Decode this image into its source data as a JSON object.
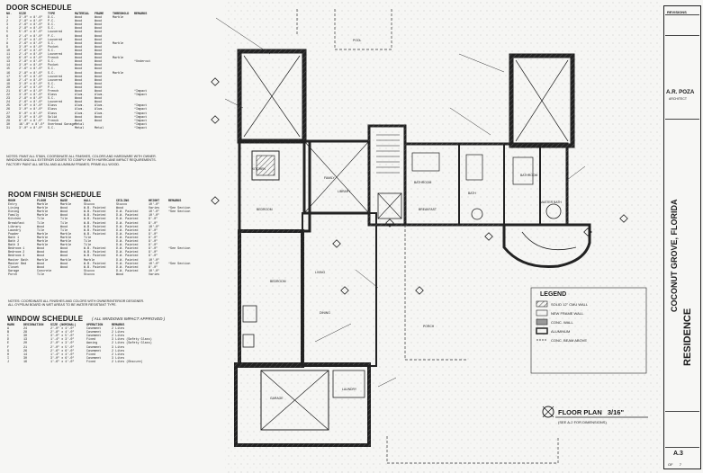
{
  "schedules": {
    "door": {
      "title": "DOOR SCHEDULE",
      "columns": [
        "NO.",
        "SIZE",
        "TYPE",
        "MATERIAL",
        "FRAME",
        "THRESHOLD",
        "REMARKS"
      ],
      "rows": [
        [
          "1",
          "3'-0\" x 8'-0\"",
          "D.C.",
          "Wood",
          "Wood",
          "Marble",
          ""
        ],
        [
          "2",
          "2'-8\" x 8'-0\"",
          "P.C.",
          "Wood",
          "Wood",
          "",
          ""
        ],
        [
          "3",
          "2'-6\" x 8'-0\"",
          "D.C.",
          "Wood",
          "Wood",
          "",
          ""
        ],
        [
          "4",
          "2'-8\" x 8'-0\"",
          "S.C.",
          "Wood",
          "Wood",
          "",
          ""
        ],
        [
          "5",
          "5'-0\" x 8'-0\"",
          "Louvered",
          "Wood",
          "Wood",
          "",
          ""
        ],
        [
          "6",
          "2'-4\" x 8'-0\"",
          "P.C.",
          "Wood",
          "Wood",
          "",
          ""
        ],
        [
          "7",
          "2'-8\" x 8'-0\"",
          "Louvered",
          "Wood",
          "Wood",
          "",
          ""
        ],
        [
          "8",
          "2'-6\" x 8'-0\"",
          "S.C.",
          "Wood",
          "Wood",
          "Marble",
          ""
        ],
        [
          "9",
          "3'-0\" x 8'-0\"",
          "Pocket",
          "Wood",
          "Wood",
          "",
          ""
        ],
        [
          "10",
          "2'-8\" x 8'-0\"",
          "S.C.",
          "Wood",
          "Wood",
          "",
          ""
        ],
        [
          "11",
          "2'-4\" x 8'-0\"",
          "Louvered",
          "Wood",
          "Wood",
          "",
          ""
        ],
        [
          "12",
          "6'-0\" x 8'-0\"",
          "French",
          "Wood",
          "Wood",
          "Marble",
          ""
        ],
        [
          "13",
          "2'-8\" x 8'-0\"",
          "S.C.",
          "Wood",
          "Wood",
          "",
          "*Undercut"
        ],
        [
          "14",
          "3'-0\" x 8'-0\"",
          "Pocket",
          "Wood",
          "Wood",
          "",
          ""
        ],
        [
          "15",
          "2'-6\" x 8'-0\"",
          "S.C.",
          "Wood",
          "Wood",
          "",
          ""
        ],
        [
          "16",
          "2'-8\" x 8'-0\"",
          "S.C.",
          "Wood",
          "Wood",
          "Marble",
          ""
        ],
        [
          "17",
          "5'-0\" x 8'-0\"",
          "Louvered",
          "Wood",
          "Wood",
          "",
          ""
        ],
        [
          "18",
          "2'-4\" x 8'-0\"",
          "Louvered",
          "Wood",
          "Wood",
          "",
          ""
        ],
        [
          "19",
          "3'-0\" x 8'-0\"",
          "S.C.",
          "Wood",
          "Wood",
          "",
          ""
        ],
        [
          "20",
          "2'-8\" x 8'-0\"",
          "P.C.",
          "Wood",
          "Wood",
          "",
          ""
        ],
        [
          "21",
          "6'-0\" x 8'-0\"",
          "French",
          "Wood",
          "Wood",
          "",
          "*Impact"
        ],
        [
          "22",
          "3'-0\" x 8'-0\"",
          "Glass",
          "Alum.",
          "Alum.",
          "",
          "*Impact"
        ],
        [
          "23",
          "2'-8\" x 8'-0\"",
          "S.C.",
          "Wood",
          "Wood",
          "",
          ""
        ],
        [
          "24",
          "2'-6\" x 8'-0\"",
          "Louvered",
          "Wood",
          "Wood",
          "",
          ""
        ],
        [
          "25",
          "6'-0\" x 8'-0\"",
          "Glass",
          "Alum.",
          "Alum.",
          "",
          "*Impact"
        ],
        [
          "26",
          "3'-0\" x 8'-0\"",
          "Glass",
          "Alum.",
          "Alum.",
          "",
          "*Impact"
        ],
        [
          "27",
          "8'-0\" x 8'-0\"",
          "Glass",
          "Alum.",
          "Alum.",
          "",
          "*Impact"
        ],
        [
          "28",
          "3'-0\" x 8'-0\"",
          "Solid",
          "Wood",
          "Wood",
          "",
          "*Impact"
        ],
        [
          "29",
          "6'-0\" x 8'-0\"",
          "French",
          "Wood",
          "Wood",
          "",
          "*Impact"
        ],
        [
          "30",
          "16'-0\" x 8'-0\"",
          "Overhead Garage",
          "Metal",
          "",
          "",
          "*Impact"
        ],
        [
          "31",
          "3'-0\" x 8'-0\"",
          "S.C.",
          "Metal",
          "Metal",
          "",
          "*Impact"
        ]
      ],
      "notes": [
        "NOTES: PAINT ALL STAIN, COORDINATE ALL FINISHES, COLORS AND HARDWARE WITH OWNER.",
        "WINDOWS AND ALL EXTERIOR DOORS TO COMPLY WITH HURRICANE IMPACT REQUIREMENTS.",
        "FACTORY PAINT ALL METAL AND ALUMINUM FRAMES; PRIME ALL WOOD."
      ]
    },
    "room_finish": {
      "title": "ROOM FINISH SCHEDULE",
      "columns": [
        "ROOM",
        "FLOOR",
        "BASE",
        "WALL",
        "CEILING",
        "HEIGHT",
        "REMARKS"
      ],
      "rows": [
        [
          "Entry",
          "Marble",
          "Marble",
          "Stucco",
          "Stucco",
          "10'-0\"",
          ""
        ],
        [
          "Living",
          "Marble",
          "Wood",
          "W.B. Painted",
          "Wood",
          "Varies",
          "*See Section"
        ],
        [
          "Dining",
          "Marble",
          "Wood",
          "W.B. Painted",
          "D.W. Painted",
          "10'-0\"",
          "*See Section"
        ],
        [
          "Family",
          "Marble",
          "Wood",
          "W.B. Painted",
          "D.W. Painted",
          "10'-0\"",
          ""
        ],
        [
          "Kitchen",
          "Tile",
          "Tile",
          "W.B. Painted",
          "D.W. Painted",
          "9'-0\"",
          ""
        ],
        [
          "Breakfast",
          "Tile",
          "Tile",
          "W.B. Painted",
          "D.W. Painted",
          "9'-0\"",
          ""
        ],
        [
          "Library",
          "Wood",
          "Wood",
          "W.B. Painted",
          "D.W. Painted",
          "10'-0\"",
          ""
        ],
        [
          "Laundry",
          "Tile",
          "Tile",
          "W.B. Painted",
          "D.W. Painted",
          "8'-0\"",
          ""
        ],
        [
          "Powder",
          "Marble",
          "Marble",
          "W.B. Painted",
          "D.W. Painted",
          "9'-0\"",
          ""
        ],
        [
          "Bath 1",
          "Marble",
          "Marble",
          "Tile",
          "D.W. Painted",
          "9'-0\"",
          ""
        ],
        [
          "Bath 2",
          "Marble",
          "Marble",
          "Tile",
          "D.W. Painted",
          "9'-0\"",
          ""
        ],
        [
          "Bath 3",
          "Marble",
          "Marble",
          "Tile",
          "D.W. Painted",
          "9'-0\"",
          ""
        ],
        [
          "Bedroom 1",
          "Wood",
          "Wood",
          "W.B. Painted",
          "D.W. Painted",
          "9'-0\"",
          "*See Section"
        ],
        [
          "Bedroom 2",
          "Wood",
          "Wood",
          "W.B. Painted",
          "D.W. Painted",
          "9'-0\"",
          ""
        ],
        [
          "Bedroom 3",
          "Wood",
          "Wood",
          "W.B. Painted",
          "D.W. Painted",
          "9'-0\"",
          ""
        ],
        [
          "Master Bath",
          "Marble",
          "Marble",
          "Marble",
          "D.W. Painted",
          "10'-0\"",
          ""
        ],
        [
          "Master Bed",
          "Wood",
          "Wood",
          "W.B. Painted",
          "D.W. Painted",
          "10'-0\"",
          "*See Section"
        ],
        [
          "Closet",
          "Wood",
          "Wood",
          "W.B. Painted",
          "D.W. Painted",
          "8'-0\"",
          ""
        ],
        [
          "Garage",
          "Concrete",
          "",
          "Stucco",
          "D.W. Painted",
          "10'-0\"",
          ""
        ],
        [
          "Porch",
          "Tile",
          "",
          "Stucco",
          "Wood",
          "Varies",
          ""
        ]
      ],
      "notes": [
        "NOTES: COORDINATE ALL FINISHES AND COLORS WITH OWNER/INTERIOR DESIGNER.",
        "ALL GYPSUM BOARD IN WET AREAS TO BE WATER RESISTANT TYPE."
      ]
    },
    "window": {
      "title": "WINDOW SCHEDULE",
      "title_note": "( ALL WINDOWS IMPACT APPROVED )",
      "columns": [
        "MARK",
        "DESIGNATION",
        "SIZE (NOMINAL)",
        "OPERATION",
        "REMARKS"
      ],
      "rows": [
        [
          "A",
          "24",
          "2'-0\" x 4'-0\"",
          "Casement",
          "2 Lites"
        ],
        [
          "B",
          "28",
          "2'-8\" x 4'-0\"",
          "Casement",
          "2 Lites"
        ],
        [
          "C",
          "30",
          "3'-0\" x 5'-0\"",
          "Casement",
          "2 Lites"
        ],
        [
          "D",
          "13",
          "1'-4\" x 3'-0\"",
          "Fixed",
          "3 Lites (Safety Glass)"
        ],
        [
          "E",
          "20",
          "2'-0\" x 3'-0\"",
          "Awning",
          "2 Lites (Safety Glass)"
        ],
        [
          "F",
          "21",
          "2'-0\" x 5'-0\"",
          "Casement",
          "3 Lites"
        ],
        [
          "G",
          "26",
          "2'-6\" x 6'-0\"",
          "Casement",
          "2 Lites"
        ],
        [
          "H",
          "14",
          "1'-4\" x 4'-0\"",
          "Fixed",
          "2 Lites"
        ],
        [
          "I",
          "30",
          "3'-0\" x 6'-0\"",
          "Casement",
          "3 Lites"
        ],
        [
          "J",
          "16",
          "1'-6\" x 4'-0\"",
          "Fixed",
          "2 Lites (Obscure)"
        ]
      ]
    }
  },
  "plan": {
    "title": "FLOOR PLAN",
    "scale": "3/16\"",
    "subtitle": "(SEE A-2 FOR DIMENSIONS)",
    "legend_title": "LEGEND",
    "legend_items": [
      "SOLID 12\" CMU WALL",
      "NEW FRAME WALL",
      "CONC. WALL",
      "ALUMINUM",
      "CONC. BEAM ABOVE"
    ],
    "room_labels": [
      "MASTER BATH",
      "BATH",
      "BATHROOM",
      "BATHROOM",
      "BEDROOM",
      "BEDROOM",
      "LIVING",
      "FAMILY",
      "KITCHEN",
      "GARAGE",
      "POOL",
      "PORCH",
      "DINING",
      "LIBRARY",
      "BREAKFAST",
      "LAUNDRY"
    ]
  },
  "title_block": {
    "revisions_label": "REVISIONS",
    "firm_name": "A.R. POZA",
    "firm_sub": "ARCHITECT",
    "project": "RESIDENCE",
    "location": "COCONUT GROVE, FLORIDA",
    "sheet_number": "A.3",
    "sheet_label": "OF",
    "sheets_total": "7"
  },
  "colors": {
    "ink": "#1a1a1a",
    "paper": "#f6f6f4",
    "hatch": "#555555"
  }
}
